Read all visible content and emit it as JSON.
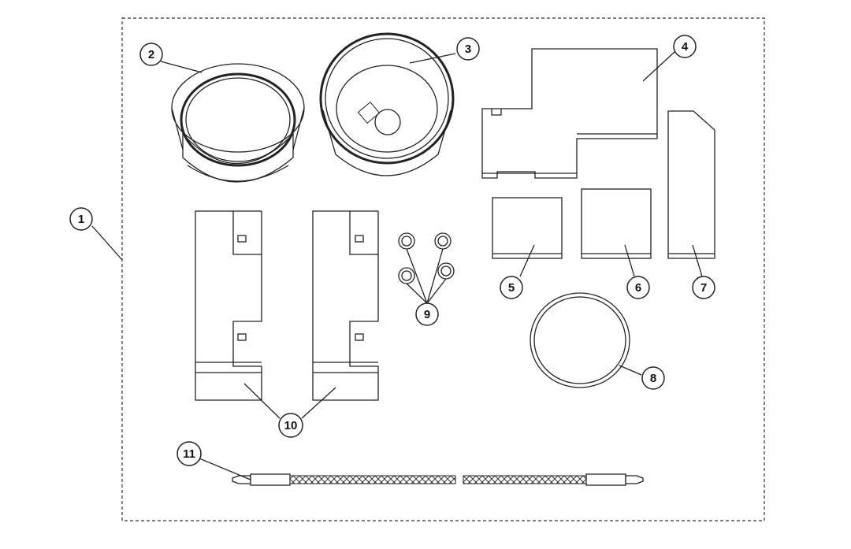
{
  "callouts": [
    {
      "id": "1",
      "label": "1"
    },
    {
      "id": "2",
      "label": "2"
    },
    {
      "id": "3",
      "label": "3"
    },
    {
      "id": "4",
      "label": "4"
    },
    {
      "id": "5",
      "label": "5"
    },
    {
      "id": "6",
      "label": "6"
    },
    {
      "id": "7",
      "label": "7"
    },
    {
      "id": "8",
      "label": "8"
    },
    {
      "id": "9",
      "label": "9"
    },
    {
      "id": "10",
      "label": "10"
    },
    {
      "id": "11",
      "label": "11"
    }
  ],
  "colors": {
    "line": "#222222",
    "background": "#ffffff"
  }
}
